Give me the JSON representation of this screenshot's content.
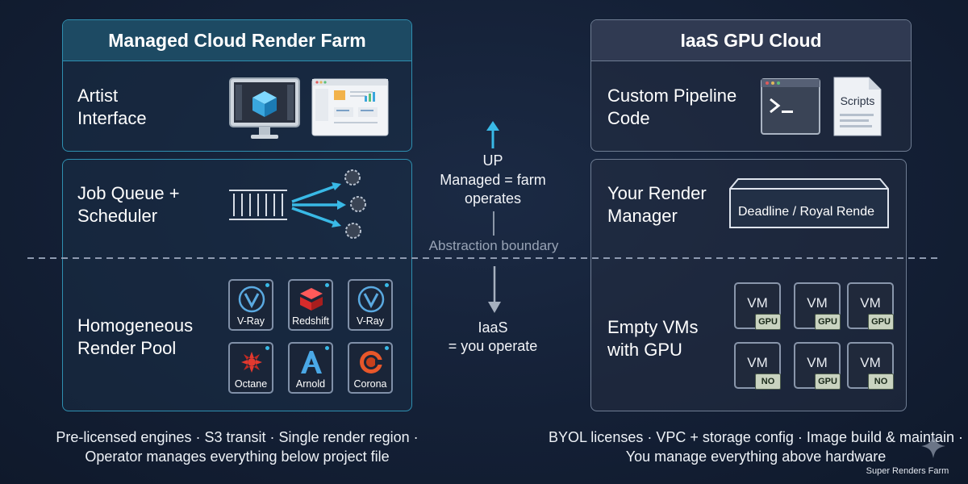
{
  "left": {
    "title": "Managed Cloud Render Farm",
    "artist": "Artist Interface",
    "job_queue": "Job Queue + Scheduler",
    "render_pool": "Homogeneous Render Pool",
    "engines": [
      "V-Ray",
      "Redshift",
      "V-Ray",
      "Octane",
      "Arnold",
      "Corona"
    ],
    "footer": "Pre-licensed engines · S3 transit · Single render region · Operator manages everything below project file"
  },
  "right": {
    "title": "IaaS GPU Cloud",
    "pipeline": "Custom Pipeline Code",
    "scripts_label": "Scripts",
    "render_manager": "Your Render Manager",
    "manager_box": "Deadline / Royal Rende",
    "vms_label": "Empty VMs with GPU",
    "vm_text": "VM",
    "vm_chips": [
      "GPU",
      "GPU",
      "GPU",
      "NO",
      "GPU",
      "NO"
    ],
    "footer": "BYOL licenses · VPC + storage config · Image build & maintain · You manage everything above hardware"
  },
  "center": {
    "up_title": "UP",
    "up_desc": "Managed = farm operates",
    "boundary": "Abstraction boundary",
    "down_title": "IaaS",
    "down_desc": "= you operate"
  },
  "watermark": "Super Renders Farm",
  "colors": {
    "accent_cyan": "#39b9e6",
    "left_border": "#2f8fb0",
    "right_border": "#6f7d93"
  }
}
